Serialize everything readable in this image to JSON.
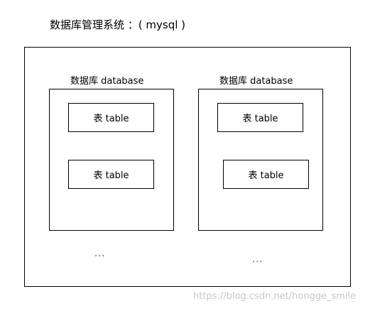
{
  "title": "数据库管理系统 ：( mysql )",
  "databases": [
    {
      "label": "数据库  database",
      "tables": [
        "表 table",
        "表 table"
      ],
      "ellipsis": "..."
    },
    {
      "label": "数据库  database",
      "tables": [
        "表 table",
        "表 table"
      ],
      "ellipsis": "..."
    }
  ],
  "watermark": "https://blog.csdn.net/hongge_smile",
  "colors": {
    "ellipsis": "#e00000",
    "watermark": "#c8c8c8",
    "border": "#000000"
  }
}
